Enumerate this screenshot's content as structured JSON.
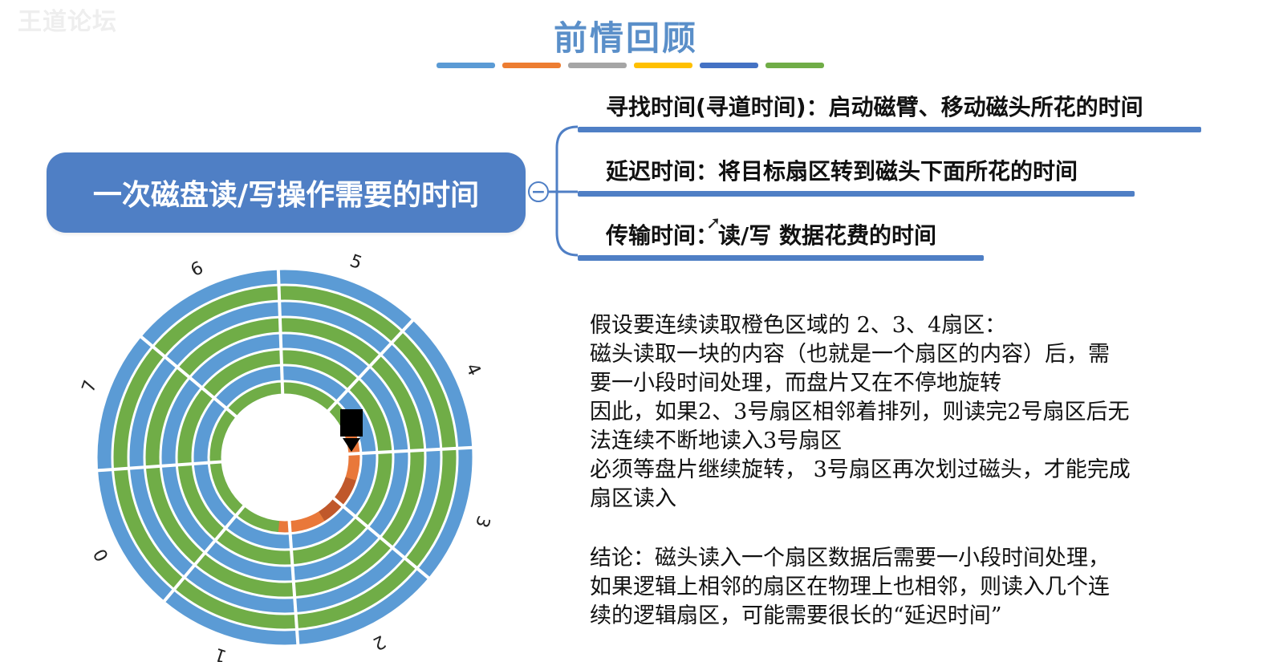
{
  "watermark": "王道论坛",
  "title": "前情回顾",
  "color_bars": [
    "#5b9bd5",
    "#ed7d31",
    "#a5a5a5",
    "#ffc000",
    "#4472c4",
    "#70ad47"
  ],
  "central_topic": "一次磁盘读/写操作需要的时间",
  "collapse_symbol": "−",
  "branches": [
    {
      "text": "寻找时间(寻道时间)：启动磁臂、移动磁头所花的时间"
    },
    {
      "text": "延迟时间：将目标扇区转到磁头下面所花的时间"
    },
    {
      "text": "传输时间：读/写 数据花费的时间"
    }
  ],
  "disk": {
    "sector_labels": [
      "0",
      "1",
      "2",
      "3",
      "4",
      "5",
      "6",
      "7"
    ],
    "track_colors": [
      "#5b9bd5",
      "#70ad47"
    ],
    "highlight_color": "#e9783a",
    "head_color": "#000000"
  },
  "explanation": {
    "lines": [
      "假设要连续读取橙色区域的 2、3、4扇区：",
      "磁头读取一块的内容（也就是一个扇区的内容）后，需",
      "要一小段时间处理，而盘片又在不停地旋转",
      "因此，如果2、3号扇区相邻着排列，则读完2号扇区后无",
      "法连续不断地读入3号扇区",
      "必须等盘片继续旋转， 3号扇区再次划过磁头，才能完成",
      "扇区读入"
    ],
    "conclusion": [
      "结论：磁头读入一个扇区数据后需要一小段时间处理，",
      "如果逻辑上相邻的扇区在物理上也相邻，则读入几个连",
      "续的逻辑扇区，可能需要很长的“延迟时间”"
    ]
  }
}
